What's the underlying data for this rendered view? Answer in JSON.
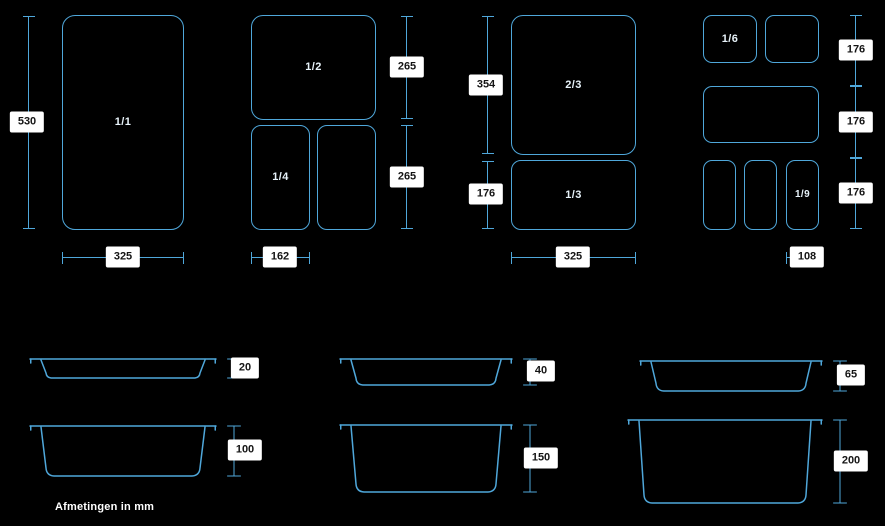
{
  "colors": {
    "background": "#000000",
    "line": "#4FA7DA",
    "chip_background": "#FFFFFF",
    "chip_text": "#141414",
    "pan_label_text": "#E8F3FA"
  },
  "top_views": {
    "g1": {
      "pan_label": "1/1",
      "height_mm": "530",
      "width_mm": "325"
    },
    "g2": {
      "pan_top_label": "1/2",
      "pan_bottom_left_label": "1/4",
      "height_top_mm": "265",
      "height_bottom_mm": "265",
      "width_mm": "162"
    },
    "g3": {
      "pan_top_label": "2/3",
      "pan_bottom_label": "1/3",
      "height_top_mm": "354",
      "height_bottom_mm": "176",
      "width_mm": "325"
    },
    "g4": {
      "pan_sixth_label": "1/6",
      "pan_ninth_label": "1/9",
      "height_row1_mm": "176",
      "height_row2_mm": "176",
      "height_row3_mm": "176",
      "width_mm": "108"
    }
  },
  "side_views": [
    {
      "depth_mm": "20"
    },
    {
      "depth_mm": "40"
    },
    {
      "depth_mm": "65"
    },
    {
      "depth_mm": "100"
    },
    {
      "depth_mm": "150"
    },
    {
      "depth_mm": "200"
    }
  ],
  "footer": {
    "note": "Afmetingen in mm"
  }
}
